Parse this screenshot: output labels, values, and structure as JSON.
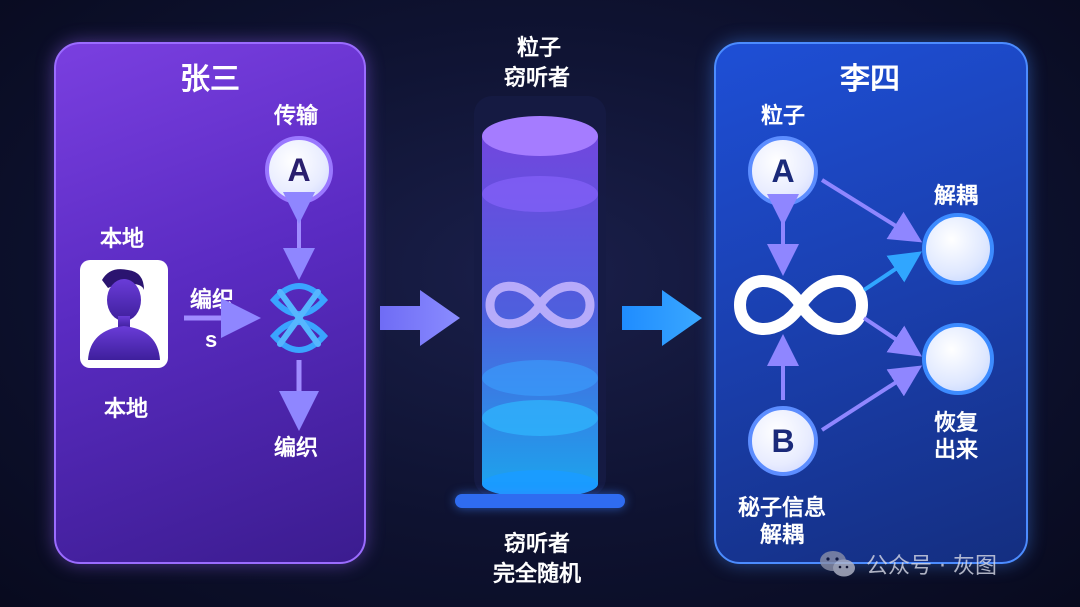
{
  "left_panel": {
    "title": "张三",
    "transmit_label": "传输",
    "local_top_label": "本地",
    "local_bottom_label": "本地",
    "encode_label": "编织",
    "secret_symbol": "s",
    "encode_bottom_label": "编织",
    "node_a": "A"
  },
  "middle": {
    "top_label_line1": "粒子",
    "top_label_line2": "窃听者",
    "bottom_label_line1": "窃听者",
    "bottom_label_line2": "完全随机"
  },
  "right_panel": {
    "title": "李四",
    "particle_label": "粒子",
    "node_a": "A",
    "node_b": "B",
    "decouple_label": "解耦",
    "recover_line1": "恢复",
    "recover_line2": "出来",
    "secret_line1": "秘子信息",
    "secret_line2": "解耦"
  },
  "watermark": {
    "text": "公众号 · 灰图",
    "icon": "wechat-icon"
  },
  "colors": {
    "left_panel": "#6a35d6",
    "right_panel": "#1c46c4",
    "accent_arrow": "#7f8cff",
    "blue_arrow": "#2f9bff"
  }
}
